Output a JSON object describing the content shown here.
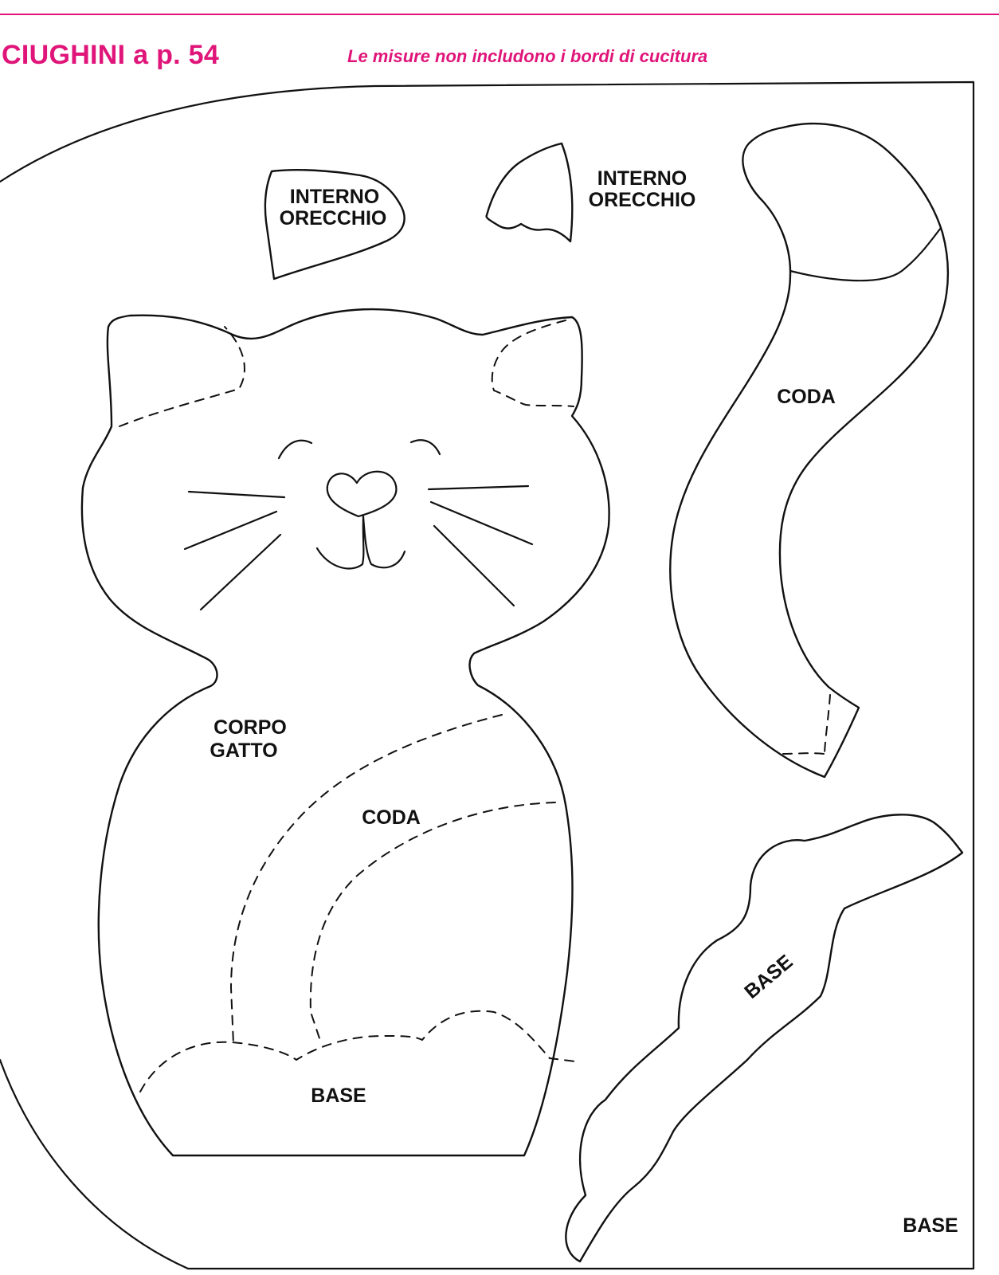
{
  "header": {
    "title": "CIUGHINI a p. 54",
    "subtitle": "Le misure non includono i bordi di cucitura",
    "accent_color": "#e0157a"
  },
  "pieces": {
    "ear_left": {
      "line1": "INTERNO",
      "line2": "ORECCHIO"
    },
    "ear_right": {
      "line1": "INTERNO",
      "line2": "ORECCHIO"
    },
    "tail": {
      "label": "CODA"
    },
    "body": {
      "line1": "CORPO",
      "line2": "GATTO"
    },
    "body_tail_zone": {
      "label": "CODA"
    },
    "body_base_zone": {
      "label": "BASE"
    },
    "base_piece": {
      "label": "BASE"
    },
    "corner_label": "BASE"
  }
}
